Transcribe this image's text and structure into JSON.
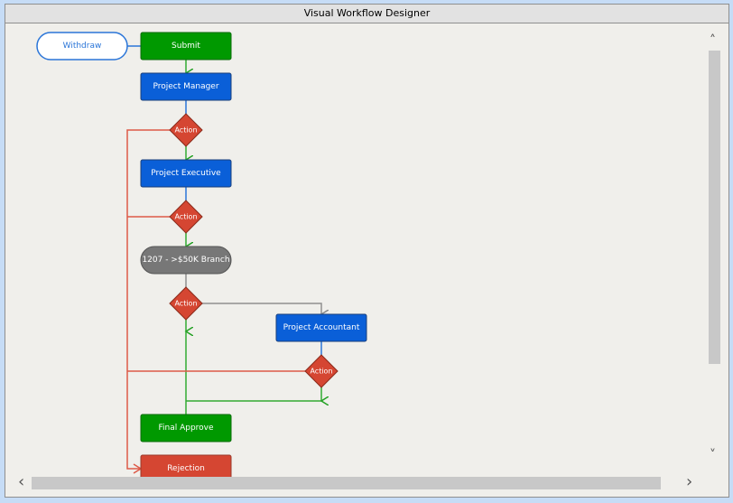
{
  "window": {
    "title": "Visual Workflow Designer"
  },
  "nodes": {
    "withdraw": "Withdraw",
    "submit": "Submit",
    "project_manager": "Project Manager",
    "action1": "Action",
    "project_executive": "Project Executive",
    "action2": "Action",
    "branch": "1207 - >$50K Branch",
    "action3": "Action",
    "project_accountant": "Project Accountant",
    "action4": "Action",
    "final_approve": "Final Approve",
    "rejection": "Rejection"
  },
  "colors": {
    "approve": "#009900",
    "step": "#0a5fd8",
    "action": "#d54632",
    "branch": "#777777",
    "reject_line": "#dd5a48",
    "approve_line": "#33aa33",
    "link_blue": "#2a75d8",
    "gray_line": "#8f8f8f"
  },
  "scrollbars": {
    "up": "˄",
    "down": "˅",
    "left": "‹",
    "right": "›"
  }
}
